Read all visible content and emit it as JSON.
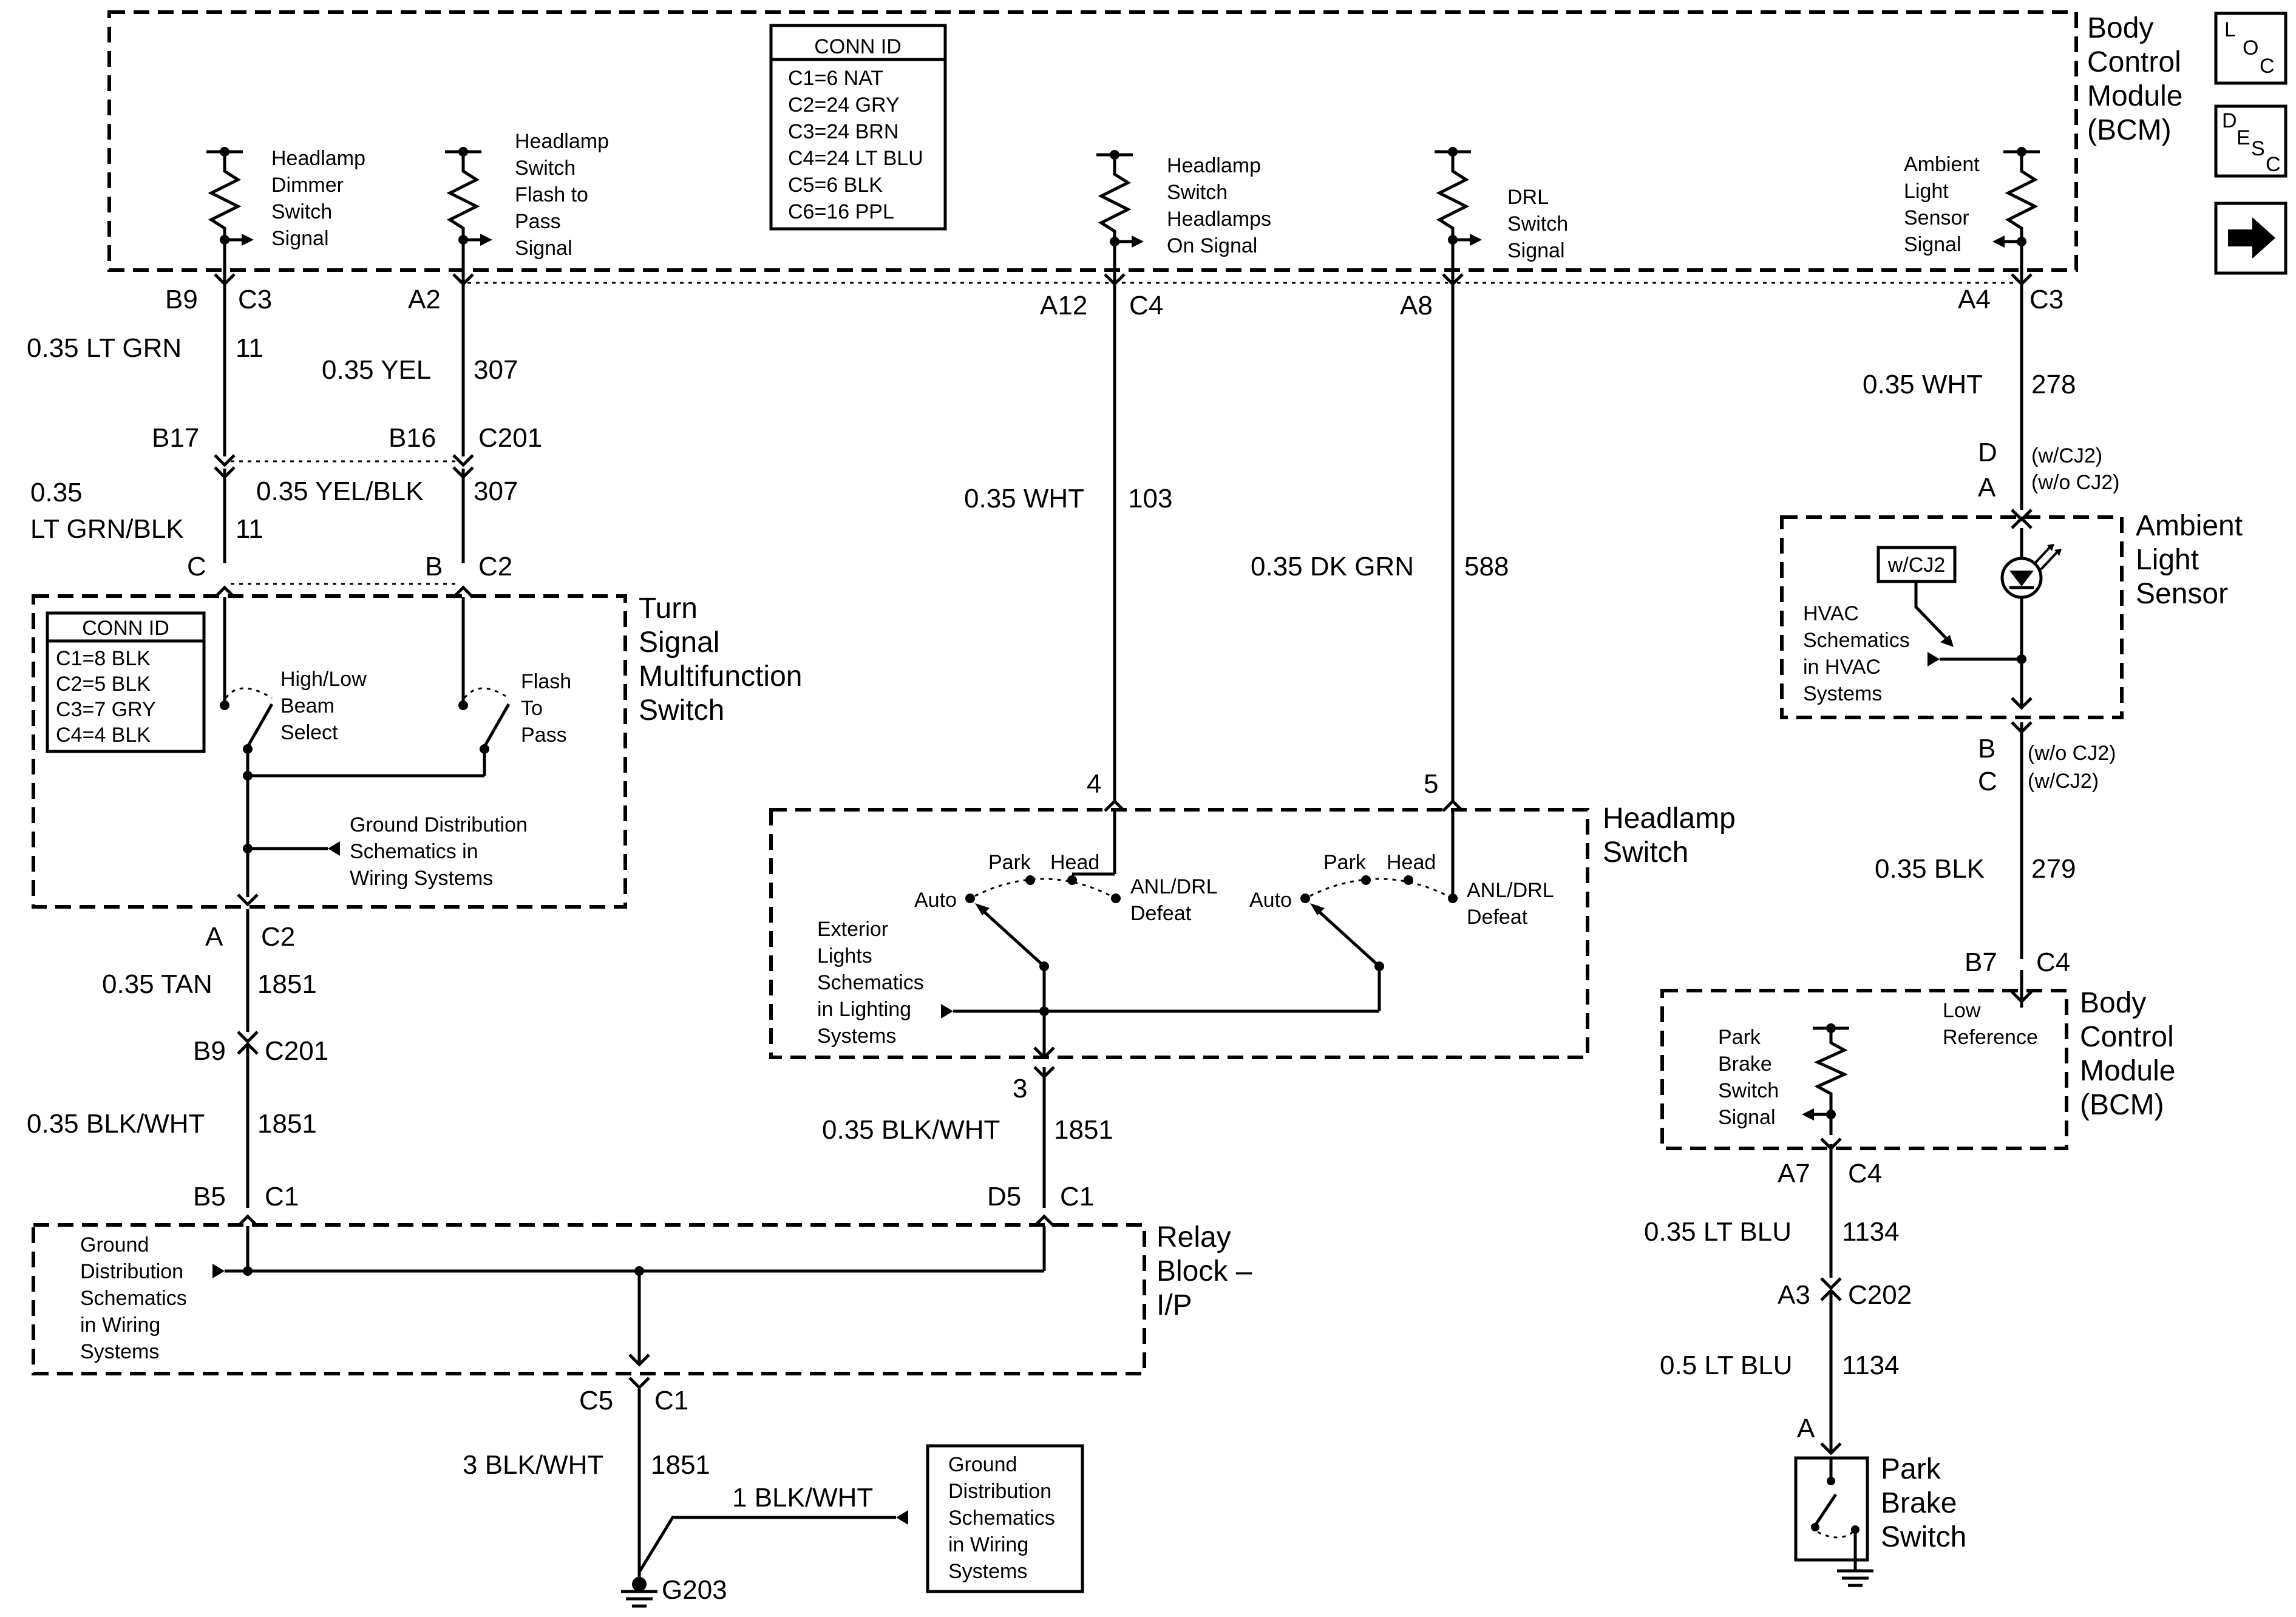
{
  "bcm_top": {
    "title": [
      "Body",
      "Control",
      "Module",
      "(BCM)"
    ],
    "conn_id": {
      "header": "CONN ID",
      "rows": [
        "C1=6 NAT",
        "C2=24 GRY",
        "C3=24 BRN",
        "C4=24 LT BLU",
        "C5=6 BLK",
        "C6=16 PPL"
      ]
    },
    "signals": {
      "dimmer": [
        "Headlamp",
        "Dimmer",
        "Switch",
        "Signal"
      ],
      "flash": [
        "Headlamp",
        "Switch",
        "Flash to",
        "Pass",
        "Signal"
      ],
      "headlamps_on": [
        "Headlamp",
        "Switch",
        "Headlamps",
        "On Signal"
      ],
      "drl": [
        "DRL",
        "Switch",
        "Signal"
      ],
      "ambient": [
        "Ambient",
        "Light",
        "Sensor",
        "Signal"
      ]
    }
  },
  "side_icons": {
    "loc": [
      "L",
      "O",
      "C"
    ],
    "desc": [
      "D",
      "E",
      "S",
      "C"
    ],
    "arrow": "right-arrow"
  },
  "pins": {
    "b9": "B9",
    "c3a": "C3",
    "a2": "A2",
    "a12": "A12",
    "c4a": "C4",
    "a8": "A8",
    "a4": "A4",
    "c3b": "C3",
    "b17": "B17",
    "b16": "B16",
    "c201a": "C201",
    "pin_c": "C",
    "pin_b": "B",
    "c2a": "C2",
    "pin_a": "A",
    "c2b": "C2",
    "b9b": "B9",
    "c201b": "C201",
    "b5": "B5",
    "c1a": "C1",
    "d5": "D5",
    "c1b": "C1",
    "c5": "C5",
    "c1c": "C1",
    "pin4": "4",
    "pin5": "5",
    "pin3": "3",
    "d": "D",
    "a": "A",
    "w_cj2": "(w/CJ2)",
    "wo_cj2": "(w/o CJ2)",
    "b": "B",
    "c": "C",
    "wo_cj2b": "(w/o CJ2)",
    "w_cj2b": "(w/CJ2)",
    "b7": "B7",
    "c4b": "C4",
    "a7": "A7",
    "c4c": "C4",
    "a3": "A3",
    "c202": "C202",
    "a_pb": "A"
  },
  "wires": {
    "w11_top": {
      "gauge": "0.35 LT GRN",
      "circuit": "11"
    },
    "w307_top": {
      "gauge": "0.35 YEL",
      "circuit": "307"
    },
    "w11_bot_gauge": [
      "0.35",
      "LT GRN/BLK"
    ],
    "w11_bot_circuit": "11",
    "w307_bot": {
      "gauge": "0.35 YEL/BLK",
      "circuit": "307"
    },
    "w103": {
      "gauge": "0.35 WHT",
      "circuit": "103"
    },
    "w588": {
      "gauge": "0.35 DK GRN",
      "circuit": "588"
    },
    "w278": {
      "gauge": "0.35 WHT",
      "circuit": "278"
    },
    "w279": {
      "gauge": "0.35 BLK",
      "circuit": "279"
    },
    "w1851_tan": {
      "gauge": "0.35 TAN",
      "circuit": "1851"
    },
    "w1851_bw1": {
      "gauge": "0.35 BLK/WHT",
      "circuit": "1851"
    },
    "w1851_bw2": {
      "gauge": "0.35 BLK/WHT",
      "circuit": "1851"
    },
    "w1851_3": {
      "gauge": "3 BLK/WHT",
      "circuit": "1851"
    },
    "w1_bw": "1 BLK/WHT",
    "w1134a": {
      "gauge": "0.35 LT BLU",
      "circuit": "1134"
    },
    "w1134b": {
      "gauge": "0.5 LT BLU",
      "circuit": "1134"
    }
  },
  "turn_signal_switch": {
    "title": [
      "Turn",
      "Signal",
      "Multifunction",
      "Switch"
    ],
    "conn_id": {
      "header": "CONN ID",
      "rows": [
        "C1=8 BLK",
        "C2=5 BLK",
        "C3=7 GRY",
        "C4=4 BLK"
      ]
    },
    "high_low": [
      "High/Low",
      "Beam",
      "Select"
    ],
    "flash": [
      "Flash",
      "To",
      "Pass"
    ],
    "ground_ref": [
      "Ground Distribution",
      "Schematics in",
      "Wiring Systems"
    ]
  },
  "headlamp_switch": {
    "title": [
      "Headlamp",
      "Switch"
    ],
    "park": "Park",
    "head": "Head",
    "auto": "Auto",
    "anl": [
      "ANL/DRL",
      "Defeat"
    ],
    "park2": "Park",
    "head2": "Head",
    "auto2": "Auto",
    "anl2": [
      "ANL/DRL",
      "Defeat"
    ],
    "ext_ref": [
      "Exterior",
      "Lights",
      "Schematics",
      "in Lighting",
      "Systems"
    ]
  },
  "ambient_sensor": {
    "title": [
      "Ambient",
      "Light",
      "Sensor"
    ],
    "option": "w/CJ2",
    "hvac_ref": [
      "HVAC",
      "Schematics",
      "in HVAC",
      "Systems"
    ]
  },
  "bcm_bottom": {
    "title": [
      "Body",
      "Control",
      "Module",
      "(BCM)"
    ],
    "park_brake": [
      "Park",
      "Brake",
      "Switch",
      "Signal"
    ],
    "low_ref": [
      "Low",
      "Reference"
    ]
  },
  "relay_block": {
    "title": [
      "Relay",
      "Block –",
      "I/P"
    ],
    "ground_ref": [
      "Ground",
      "Distribution",
      "Schematics",
      "in Wiring",
      "Systems"
    ]
  },
  "ground": {
    "g203": "G203",
    "ref": [
      "Ground",
      "Distribution",
      "Schematics",
      "in Wiring",
      "Systems"
    ]
  },
  "park_brake_switch": {
    "title": [
      "Park",
      "Brake",
      "Switch"
    ]
  }
}
